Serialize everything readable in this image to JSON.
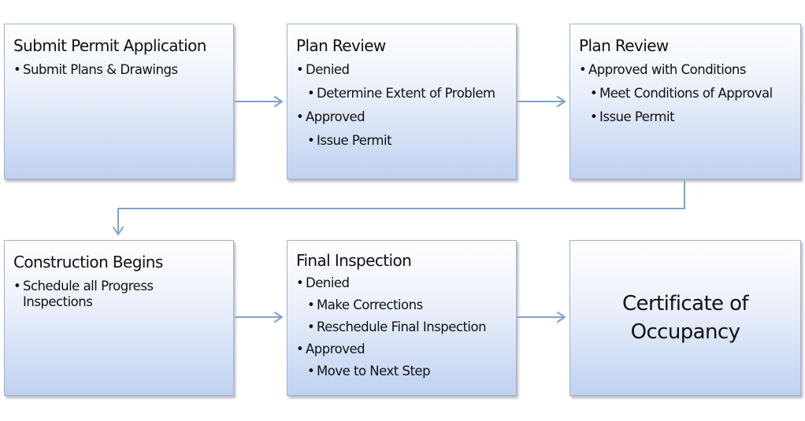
{
  "diagram": {
    "row1": {
      "box1": {
        "title": "Submit Permit Application",
        "items": [
          {
            "text": "Submit Plans & Drawings"
          }
        ]
      },
      "box2": {
        "title": "Plan Review",
        "items": [
          {
            "text": "Denied",
            "sub": [
              "Determine Extent of Problem"
            ]
          },
          {
            "text": "Approved",
            "sub": [
              "Issue Permit"
            ]
          }
        ]
      },
      "box3": {
        "title": "Plan Review",
        "items": [
          {
            "text": "Approved with Conditions",
            "sub": [
              "Meet Conditions of Approval",
              "Issue Permit"
            ]
          }
        ]
      }
    },
    "row2": {
      "box4": {
        "title": "Construction Begins",
        "items": [
          {
            "text": "Schedule all Progress Inspections"
          }
        ]
      },
      "box5": {
        "title": "Final Inspection",
        "items": [
          {
            "text": "Denied",
            "sub": [
              "Make Corrections",
              "Reschedule Final Inspection"
            ]
          },
          {
            "text": "Approved",
            "sub": [
              "Move to Next Step"
            ]
          }
        ]
      },
      "box6": {
        "text": "Certificate of Occupancy"
      }
    },
    "bullet": "•",
    "colors": {
      "box_border": "#9fb3cf",
      "box_gradient_top": "#ffffff",
      "box_gradient_bottom": "#bfd1f1",
      "connector": "#7fa2cc"
    }
  }
}
